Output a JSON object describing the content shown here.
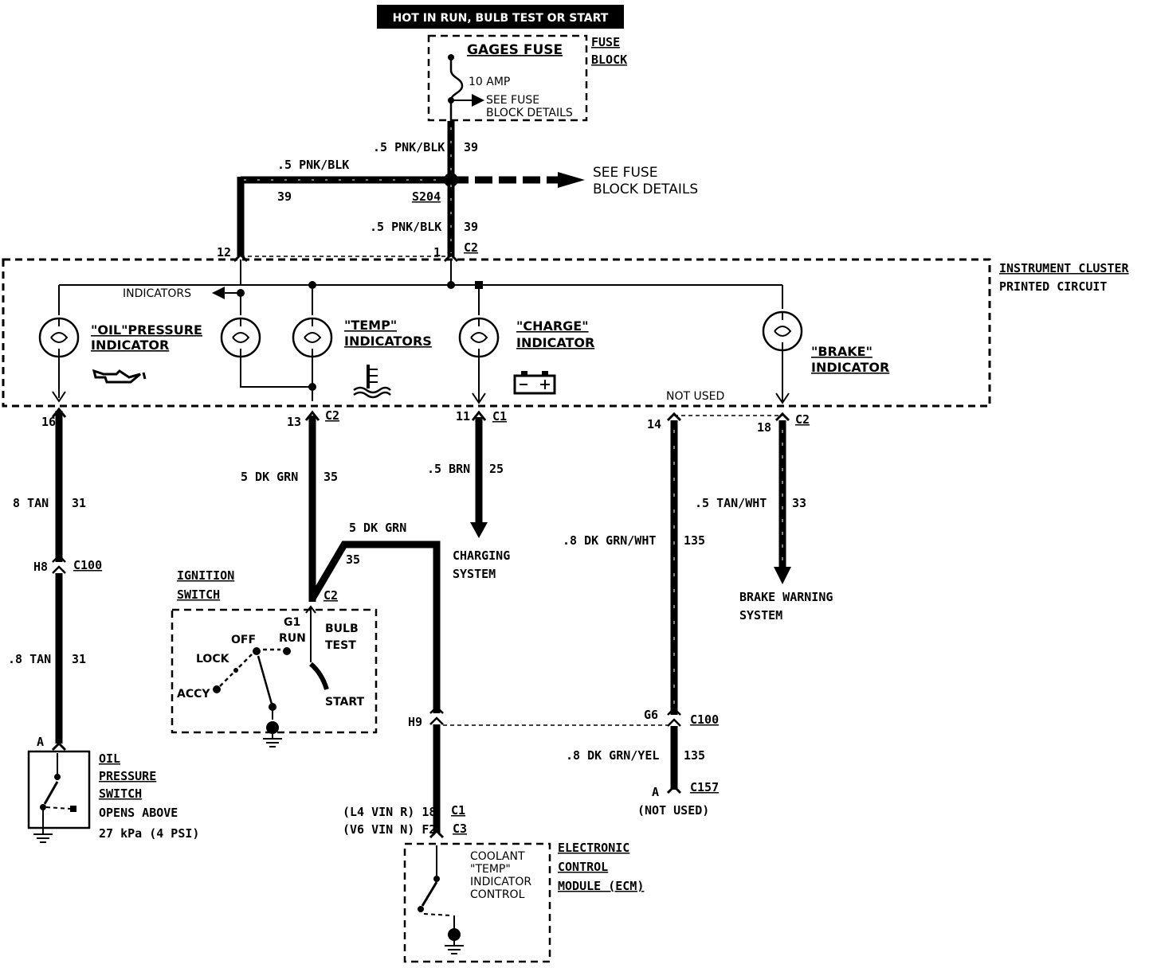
{
  "header": {
    "power_label": "HOT IN RUN, BULB TEST OR START"
  },
  "fuse": {
    "name": "GAGES FUSE",
    "rating": "10 AMP",
    "see_details_1": "SEE FUSE",
    "see_details_2": "BLOCK DETAILS",
    "block_1": "FUSE",
    "block_2": "BLOCK"
  },
  "wires_top": {
    "main_color": ".5 PNK/BLK",
    "main_circuit": "39",
    "left_color": ".5 PNK/BLK",
    "left_circuit": "39",
    "splice": "S204",
    "below_color": ".5 PNK/BLK",
    "below_circuit": "39",
    "see_fuse_1": "SEE FUSE",
    "see_fuse_2": "BLOCK DETAILS",
    "pin_left": "12",
    "pin_right": "1",
    "conn_top": "C2"
  },
  "cluster": {
    "title_1": "INSTRUMENT CLUSTER",
    "title_2": "PRINTED CIRCUIT",
    "indicators_arrow": "INDICATORS",
    "oil_1": "\"OIL\"PRESSURE",
    "oil_2": "INDICATOR",
    "temp_1": "\"TEMP\"",
    "temp_2": "INDICATORS",
    "charge_1": "\"CHARGE\"",
    "charge_2": "INDICATOR",
    "brake_1": "\"BRAKE\"",
    "brake_2": "INDICATOR",
    "not_used": "NOT USED"
  },
  "circuits": {
    "oil_pin": "16",
    "oil_color_1": "8 TAN",
    "oil_circuit_1": "31",
    "oil_h8": "H8",
    "oil_c100": "C100",
    "oil_color_2": ".8 TAN",
    "oil_circuit_2": "31",
    "oil_a": "A",
    "temp_pin": "13",
    "temp_conn": "C2",
    "temp_color": "5 DK GRN",
    "temp_circuit": "35",
    "temp_color_2": "5 DK GRN",
    "temp_circuit_2": "35",
    "charge_pin": "11",
    "charge_conn": "C1",
    "charge_color": ".5 BRN",
    "charge_circuit": "25",
    "charging_1": "CHARGING",
    "charging_2": "SYSTEM",
    "nu_pin": "14",
    "nu_color": ".8 DK GRN/WHT",
    "nu_circuit": "135",
    "nu_g6": "G6",
    "nu_c100": "C100",
    "nu_color_2": ".8 DK GRN/YEL",
    "nu_circuit_2": "135",
    "nu_a": "A",
    "nu_c157": "C157",
    "nu_not_used": "(NOT USED)",
    "brake_pin": "18",
    "brake_conn": "C2",
    "brake_color": ".5 TAN/WHT",
    "brake_circuit": "33",
    "brake_warn_1": "BRAKE WARNING",
    "brake_warn_2": "SYSTEM",
    "h9": "H9"
  },
  "ignition": {
    "title_1": "IGNITION",
    "title_2": "SWITCH",
    "conn": "C2",
    "g1": "G1",
    "run": "RUN",
    "off": "OFF",
    "lock": "LOCK",
    "accy": "ACCY",
    "bulb": "BULB",
    "test": "TEST",
    "start": "START"
  },
  "oil_switch": {
    "l1": "OIL",
    "l2": "PRESSURE",
    "l3": "SWITCH",
    "l4": "OPENS ABOVE",
    "l5": "27 kPa (4 PSI)"
  },
  "ecm": {
    "l4": "(L4 VIN R) 18",
    "v6": "(V6 VIN N) F2",
    "c1": "C1",
    "c3": "C3",
    "coolant_1": "COOLANT",
    "coolant_2": "\"TEMP\"",
    "coolant_3": "INDICATOR",
    "coolant_4": "CONTROL",
    "module_1": "ELECTRONIC",
    "module_2": "CONTROL",
    "module_3": "MODULE (ECM)"
  }
}
